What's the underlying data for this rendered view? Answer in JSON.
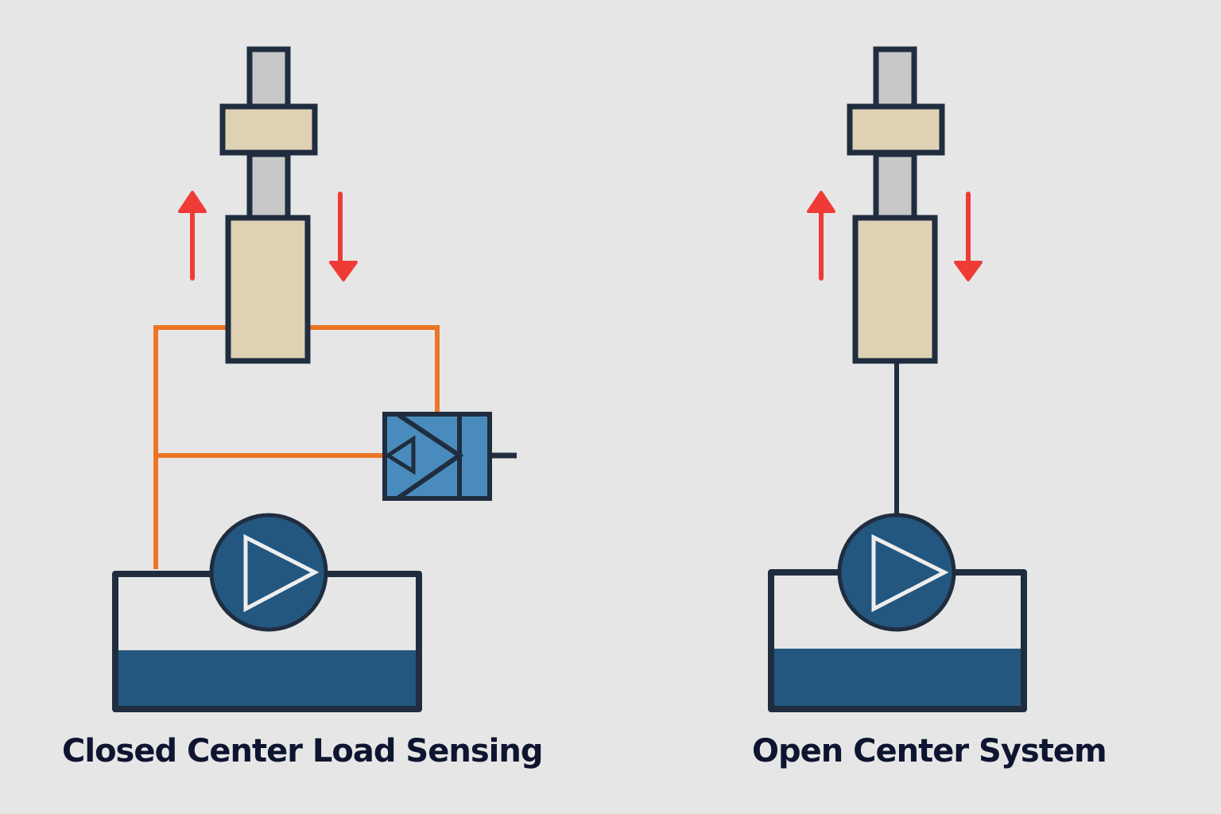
{
  "diagrams": [
    {
      "title": "Closed Center Load Sensing",
      "components": [
        "cylinder",
        "rod",
        "piston",
        "raise-arrow",
        "lower-arrow",
        "load-sensing-valve",
        "pump",
        "reservoir",
        "load-sense-lines"
      ]
    },
    {
      "title": "Open Center System",
      "components": [
        "cylinder",
        "rod",
        "piston",
        "raise-arrow",
        "lower-arrow",
        "pump",
        "reservoir",
        "supply-line"
      ]
    }
  ],
  "colors": {
    "background": "#e6e6e6",
    "outline": "#1f2d3f",
    "cylinder_fill": "#dfd1b3",
    "rod_fill": "#c8c8c8",
    "arrow": "#ef3b36",
    "signal_line": "#ec7623",
    "valve_fill": "#4a8bbd",
    "pump_fill": "#24577f",
    "fluid_fill": "#24577f",
    "caption": "#0e1530"
  }
}
